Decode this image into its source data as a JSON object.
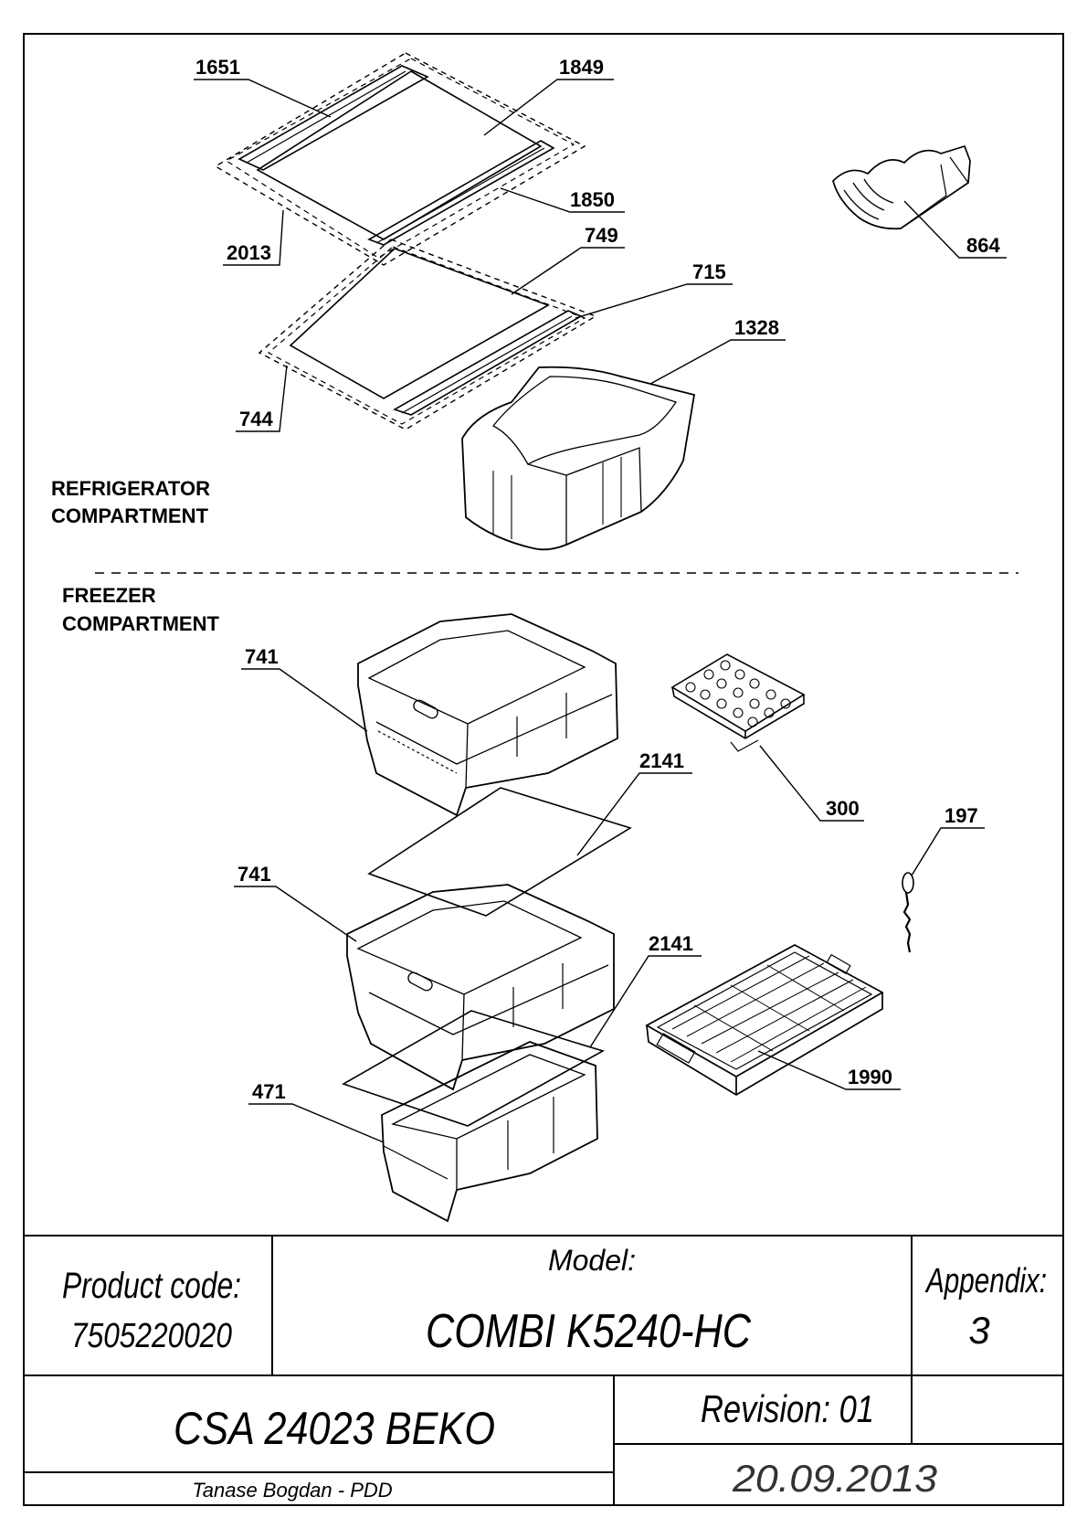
{
  "sections": {
    "refrigerator": [
      "REFRIGERATOR",
      "COMPARTMENT"
    ],
    "freezer": [
      "FREEZER",
      "COMPARTMENT"
    ]
  },
  "parts": {
    "p1651": "1651",
    "p1849": "1849",
    "p1850": "1850",
    "p2013": "2013",
    "p749": "749",
    "p715": "715",
    "p744": "744",
    "p1328": "1328",
    "p864": "864",
    "p741a": "741",
    "p741b": "741",
    "p2141a": "2141",
    "p2141b": "2141",
    "p300": "300",
    "p197": "197",
    "p1990": "1990",
    "p471": "471"
  },
  "title_block": {
    "product_code_label": "Product code:",
    "product_code_value": "7505220020",
    "model_label": "Model:",
    "model_value": "COMBI K5240-HC",
    "appendix_label": "Appendix:",
    "appendix_value": "3",
    "document": "CSA 24023 BEKO",
    "revision": "Revision: 01",
    "author": "Tanase Bogdan - PDD",
    "date": "20.09.2013"
  }
}
